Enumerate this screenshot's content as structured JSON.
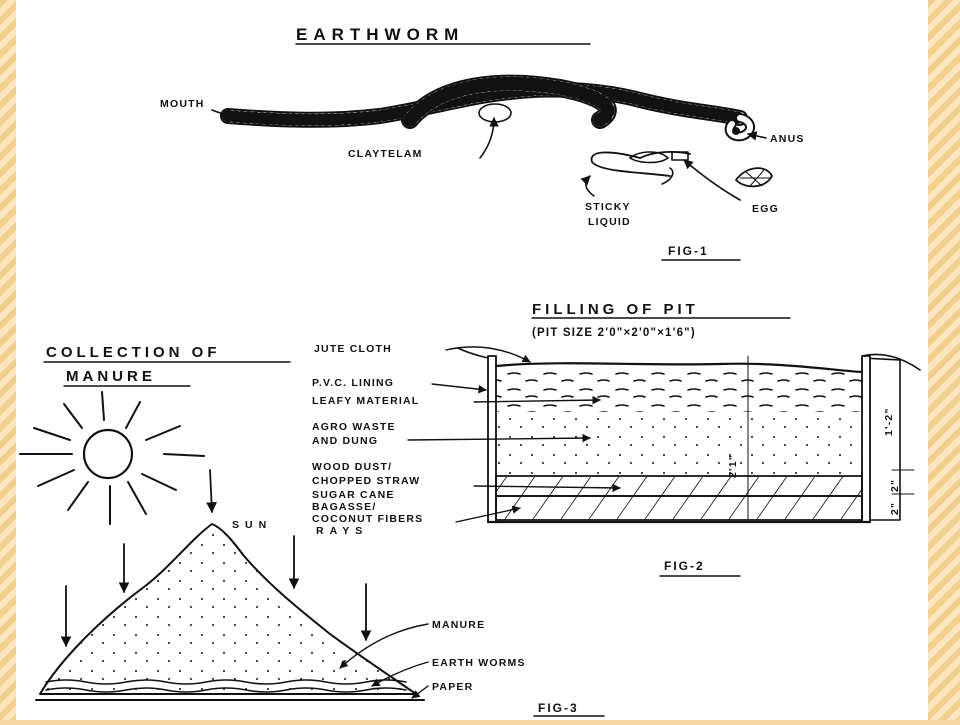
{
  "colors": {
    "ink": "#111111",
    "paper": "#ffffff",
    "border": "#f3cf8e"
  },
  "fig1": {
    "title": "EARTHWORM",
    "mouth": "MOUTH",
    "claytelam": "CLAYTELAM",
    "anus": "ANUS",
    "sticky1": "STICKY",
    "sticky2": "LIQUID",
    "egg": "EGG",
    "caption": "FIG-1"
  },
  "fig2": {
    "title": "FILLING OF PIT",
    "subtitle": "(PIT SIZE 2'0\"×2'0\"×1'6\")",
    "jute": "JUTE CLOTH",
    "pvc": "P.V.C. LINING",
    "leafy": "LEAFY MATERIAL",
    "agro1": "AGRO WASTE",
    "agro2": "AND DUNG",
    "wood1": "WOOD DUST/",
    "wood2": "CHOPPED STRAW",
    "sugar1": "SUGAR CANE",
    "sugar2": "BAGASSE/",
    "coconut": "COCONUT FIBERS",
    "dim_main": "1'-2\"",
    "dim_depth": "2'1\"",
    "dim_a": "2\"",
    "dim_b": "2\"",
    "caption": "FIG-2"
  },
  "fig3": {
    "title1": "COLLECTION OF",
    "title2": "MANURE",
    "sun1": "SUN",
    "sun2": "RAYS",
    "manure": "MANURE",
    "worms": "EARTH WORMS",
    "paper": "PAPER",
    "caption": "FIG-3"
  }
}
